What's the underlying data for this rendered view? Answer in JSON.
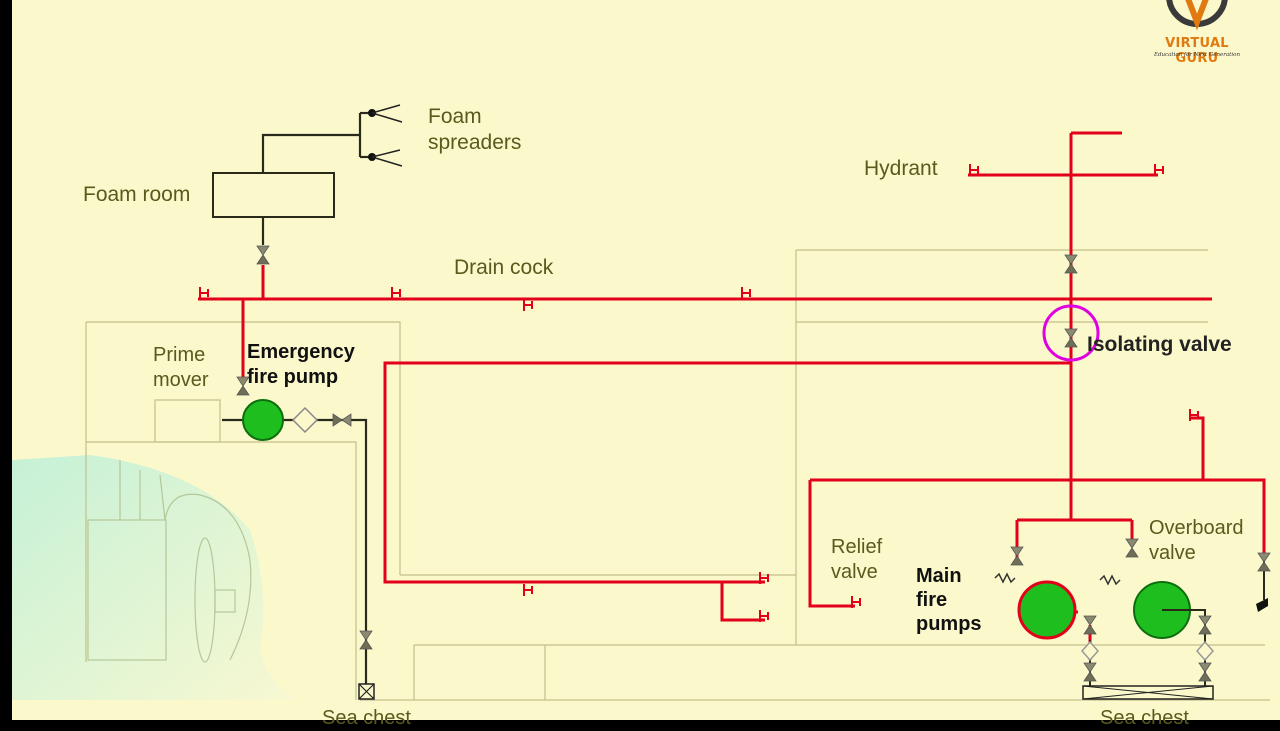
{
  "labels": {
    "foam_spreaders": "Foam\nspreaders",
    "foam_room": "Foam room",
    "hydrant": "Hydrant",
    "drain_cock": "Drain cock",
    "prime_mover": "Prime\nmover",
    "emergency_fire_pump": "Emergency\nfire pump",
    "isolating_valve": "Isolating valve",
    "overboard_valve": "Overboard\nvalve",
    "relief_valve": "Relief\nvalve",
    "main_fire_pumps": "Main\nfire\npumps",
    "sea_chest_left": "Sea chest",
    "sea_chest_right": "Sea chest"
  },
  "logo": {
    "brand": "VIRTUAL GURU",
    "tagline": "Education for Next Generation"
  },
  "colors": {
    "background": "#fbf9cc",
    "fire_main": "#e3001b",
    "pump": "#1fbe1f",
    "highlight": "#e000e0",
    "brand": "#e07a10"
  },
  "icons": [
    "valve-icon",
    "pump-icon",
    "strainer-icon",
    "hydrant-outlet-icon",
    "foam-spreader-nozzle-icon"
  ]
}
